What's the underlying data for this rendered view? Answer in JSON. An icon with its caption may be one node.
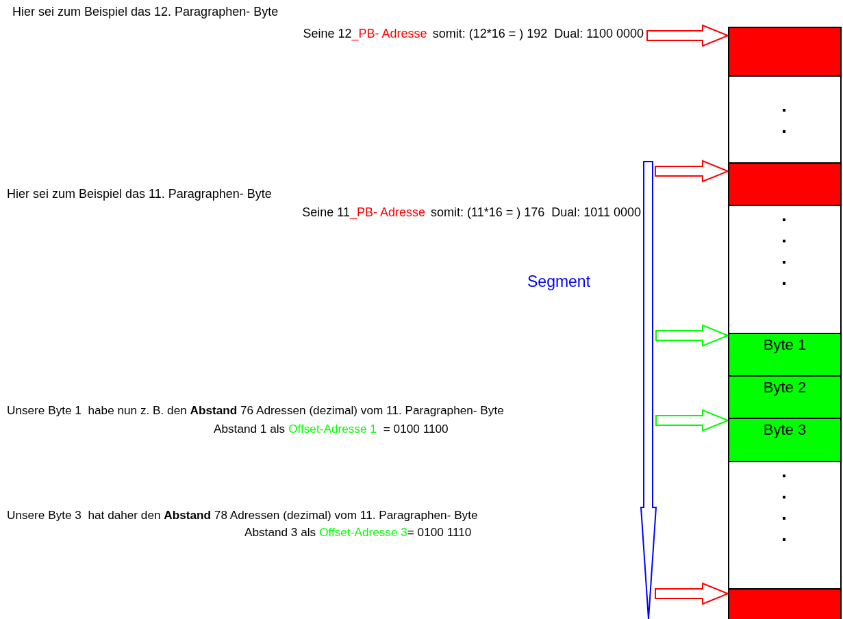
{
  "diagram": {
    "nodes": [
      {
        "text": [
          "Hier sei zum Beispiel das 12. Paragraphen- Byte",
          "Seine 12",
          "_PB- Adresse",
          "somit: (12*16 = ) 192  Dual: 1100 0000"
        ]
      },
      {
        "text": [
          "Hier sei zum Beispiel das 11. Paragraphen- Byte",
          "Seine 11",
          "_PB- Adresse",
          "somit: (11*16 = ) 176  Dual: 1011 0000"
        ]
      },
      {
        "text": [
          "Unsere Byte 1  habe nun z. B. den **Abstand** 76 Adressen (dezimal) vom 11. Paragraphen- Byte",
          "Abstand 1 als",
          "Offset-Adresse 1",
          "= 0100 1100"
        ]
      },
      {
        "text": [
          "Unsere Byte 3  hat daher den **Abstand** 78 Adressen (dezimal) vom 11. Paragraphen- Byte",
          "Abstand 3 als",
          "Offset-Adresse 3",
          "= 0100 1110"
        ]
      },
      {
        "text": [],
        "shape": "box"
      },
      {
        "text": [],
        "shape": "box"
      },
      {
        "text": [],
        "shape": "box"
      },
      {
        "text": [],
        "shape": "box"
      },
      {
        "text": [
          "Byte 1"
        ]
      },
      {
        "text": [
          "Byte 2"
        ]
      },
      {
        "text": [
          "Byte 3"
        ]
      },
      {
        "text": [],
        "shape": "box"
      },
      {
        "text": [],
        "shape": "box"
      }
    ],
    "edges": [
      {
        "from": 0,
        "to": 4,
        "arrow": "to"
      },
      {
        "from": null,
        "to": 6,
        "arrow": "to"
      },
      {
        "from": null,
        "to": 8,
        "arrow": "to",
        "color": "#00ff00"
      },
      {
        "from": null,
        "to": 10,
        "arrow": "to",
        "color": "#00ff00"
      },
      {
        "from": null,
        "to": 12,
        "arrow": "to"
      }
    ],
    "labels": [
      "Segment"
    ]
  }
}
